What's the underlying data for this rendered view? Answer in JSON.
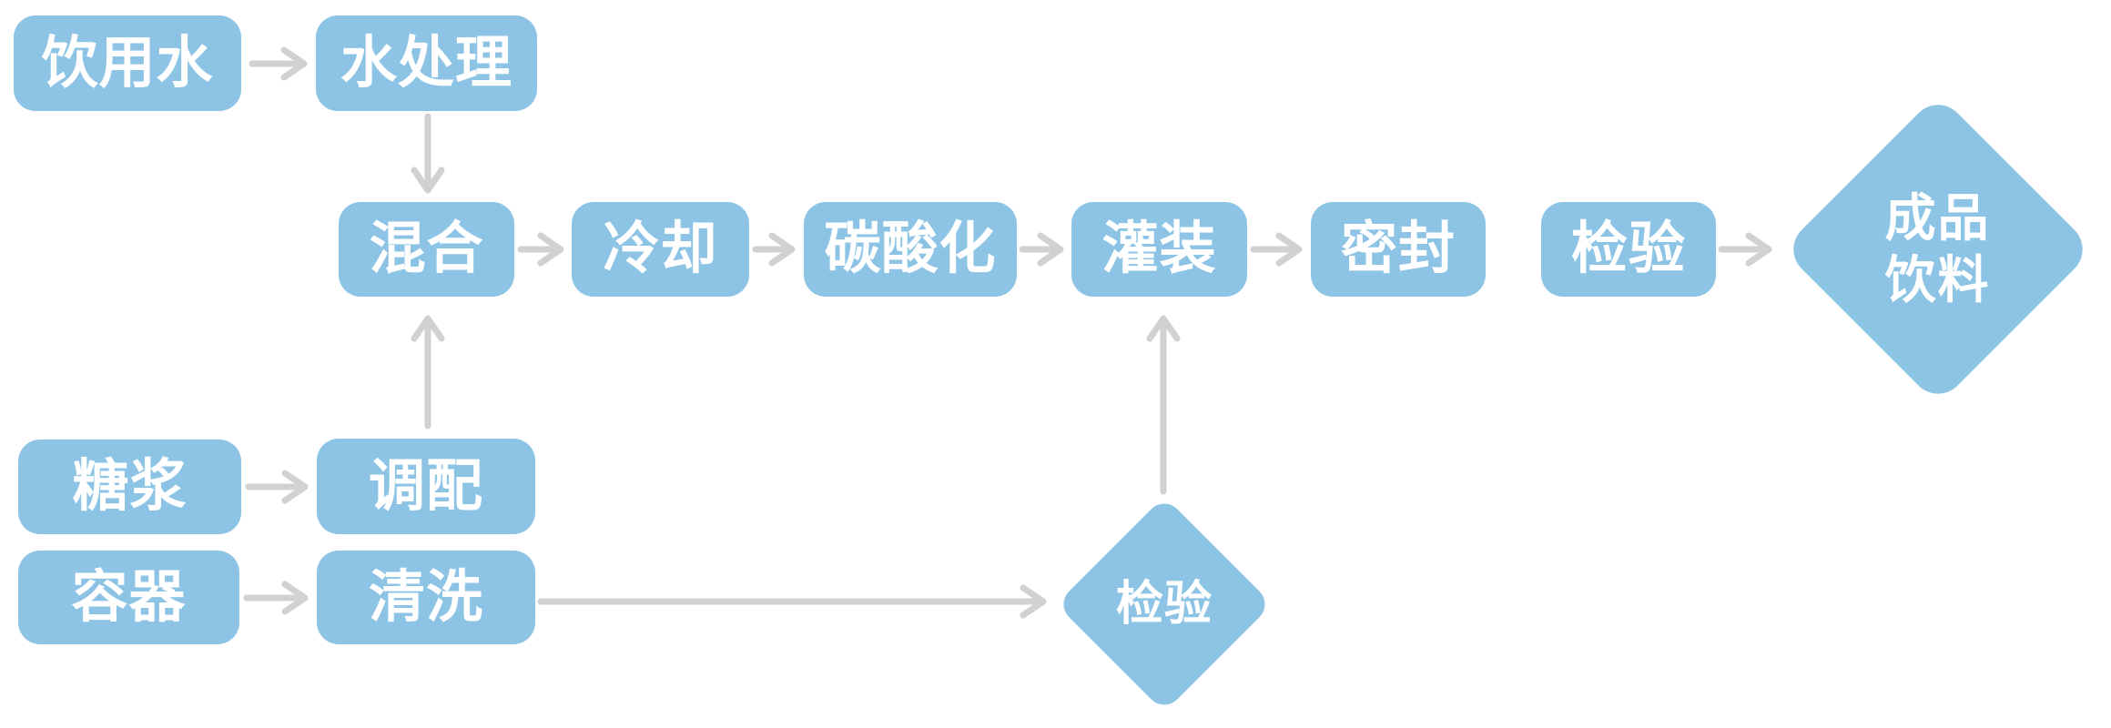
{
  "diagram_type": "flowchart",
  "language": "zh",
  "colors": {
    "node_fill": "#8DC4E6",
    "node_text": "#FFFFFF",
    "connector": "#D1D1D1",
    "background": "#FFFFFF"
  },
  "nodes": [
    {
      "id": "drinking-water",
      "label": "饮用水",
      "shape": "rounded-rect"
    },
    {
      "id": "water-treatment",
      "label": "水处理",
      "shape": "rounded-rect"
    },
    {
      "id": "mixing",
      "label": "混合",
      "shape": "rounded-rect"
    },
    {
      "id": "cooling",
      "label": "冷却",
      "shape": "rounded-rect"
    },
    {
      "id": "carbonation",
      "label": "碳酸化",
      "shape": "rounded-rect"
    },
    {
      "id": "filling",
      "label": "灌装",
      "shape": "rounded-rect"
    },
    {
      "id": "sealing",
      "label": "密封",
      "shape": "rounded-rect"
    },
    {
      "id": "inspection-final",
      "label": "检验",
      "shape": "rounded-rect"
    },
    {
      "id": "finished-beverage",
      "label": "成品饮料",
      "shape": "diamond",
      "label_lines": [
        "成品",
        "饮料"
      ]
    },
    {
      "id": "syrup",
      "label": "糖浆",
      "shape": "rounded-rect"
    },
    {
      "id": "blending",
      "label": "调配",
      "shape": "rounded-rect"
    },
    {
      "id": "container",
      "label": "容器",
      "shape": "rounded-rect"
    },
    {
      "id": "washing",
      "label": "清洗",
      "shape": "rounded-rect"
    },
    {
      "id": "inspection-container",
      "label": "检验",
      "shape": "diamond"
    }
  ],
  "edges": [
    {
      "from": "drinking-water",
      "to": "water-treatment"
    },
    {
      "from": "water-treatment",
      "to": "mixing"
    },
    {
      "from": "mixing",
      "to": "cooling"
    },
    {
      "from": "cooling",
      "to": "carbonation"
    },
    {
      "from": "carbonation",
      "to": "filling"
    },
    {
      "from": "filling",
      "to": "sealing"
    },
    {
      "from": "inspection-final",
      "to": "finished-beverage"
    },
    {
      "from": "syrup",
      "to": "blending"
    },
    {
      "from": "blending",
      "to": "mixing"
    },
    {
      "from": "container",
      "to": "washing"
    },
    {
      "from": "washing",
      "to": "inspection-container"
    },
    {
      "from": "inspection-container",
      "to": "filling"
    }
  ]
}
